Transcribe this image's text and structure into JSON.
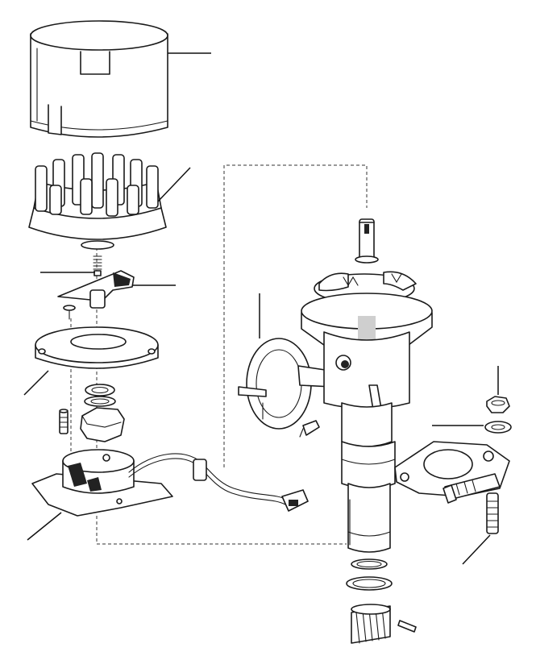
{
  "diagram": {
    "kind": "exploded-parts-view",
    "colors": {
      "ink": "#1a1a1a",
      "paper": "#ffffff",
      "shade": "#cfcfcf"
    },
    "parts": [
      {
        "id": "distributor-cap-cover"
      },
      {
        "id": "distributor-cap"
      },
      {
        "id": "carbon-brush-spring"
      },
      {
        "id": "rotor-arm"
      },
      {
        "id": "rotor-screw"
      },
      {
        "id": "dust-shield"
      },
      {
        "id": "circlip-and-washer"
      },
      {
        "id": "adjuster-nut"
      },
      {
        "id": "adjuster-stud"
      },
      {
        "id": "contact-breaker-baseplate"
      },
      {
        "id": "wiring-harness-connector"
      },
      {
        "id": "vacuum-advance-unit"
      },
      {
        "id": "distributor-body-and-shaft"
      },
      {
        "id": "nut"
      },
      {
        "id": "washer"
      },
      {
        "id": "clamp-plate"
      },
      {
        "id": "mounting-stud"
      },
      {
        "id": "o-ring"
      },
      {
        "id": "drive-gear"
      },
      {
        "id": "roll-pin"
      }
    ]
  }
}
